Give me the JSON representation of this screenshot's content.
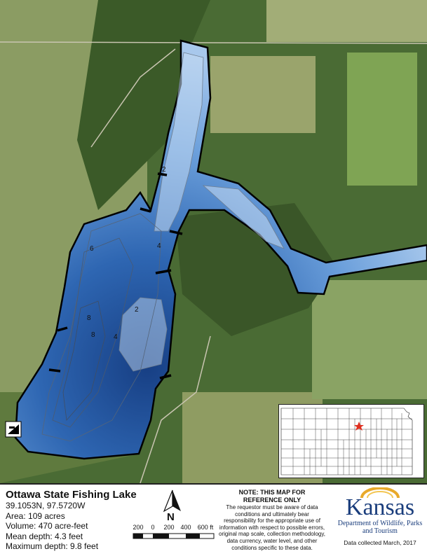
{
  "map": {
    "depth_labels": [
      {
        "text": "2"
      },
      {
        "text": "4"
      },
      {
        "text": "6"
      },
      {
        "text": "2"
      },
      {
        "text": "8"
      },
      {
        "text": "8"
      },
      {
        "text": "4"
      }
    ]
  },
  "legend": {
    "title": "Ottawa State Fishing Lake",
    "coordinates": "39.1053N, 97.5720W",
    "area": "Area: 109 acres",
    "volume": "Volume: 470 acre-feet",
    "mean_depth": "Mean depth: 4.3 feet",
    "max_depth": "Maximum depth: 9.8 feet",
    "north_label": "N",
    "scale_ticks": [
      "200",
      "0",
      "200",
      "400",
      "600 ft"
    ]
  },
  "note": {
    "title": "NOTE: THIS MAP FOR REFERENCE ONLY",
    "body": "The requestor must be aware of data conditions and ultimately bear responsibility for the appropriate use of information with respect to possible errors, original map scale, collection methodology, data currency, water level, and other conditions specific to these data."
  },
  "agency": {
    "wordmark": "Kansas",
    "department": "Department of Wildlife, Parks and Tourism",
    "data_collected": "Data collected March, 2017"
  },
  "colors": {
    "water_shallow": "#b9d4ef",
    "water_mid": "#6fa3dd",
    "water_deep": "#1c4f9a",
    "shoreline": "#000000",
    "vegetation_dark": "#3d5a2a",
    "field_light": "#8fa56b",
    "brand_blue": "#1a3d7c",
    "location_star": "#e03020"
  },
  "icons": {
    "north_arrow": "north-arrow-icon",
    "boat_ramp": "boat-ramp-icon",
    "location_marker": "star-icon",
    "logo_arc": "sunburst-arc-icon"
  }
}
